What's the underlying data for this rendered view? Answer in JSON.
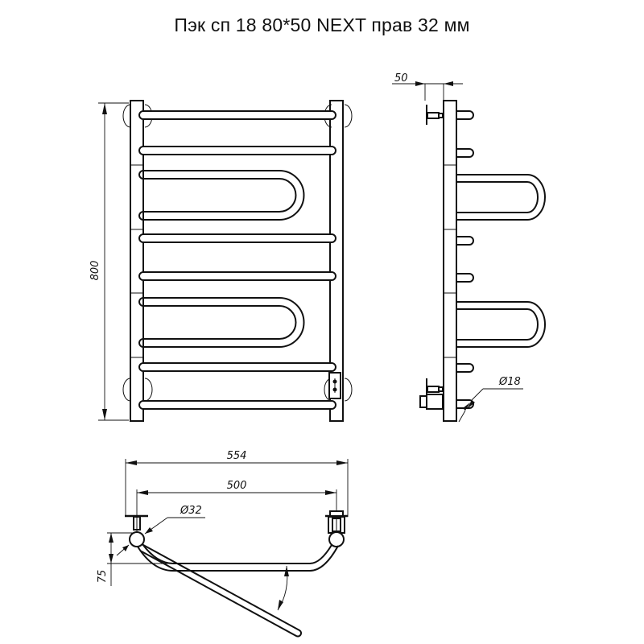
{
  "title": "Пэк сп 18 80*50 NEXT прав 32 мм",
  "front_view": {
    "height_dim": "800",
    "bar_count": 10,
    "u_loops": 2
  },
  "side_view": {
    "depth_dim": "50",
    "bar_diameter": "Ø18"
  },
  "top_view": {
    "overall_width_dim": "554",
    "axis_width_dim": "500",
    "collector_diameter": "Ø32",
    "offset_dim": "75"
  },
  "colors": {
    "line": "#111111",
    "background": "#ffffff"
  }
}
